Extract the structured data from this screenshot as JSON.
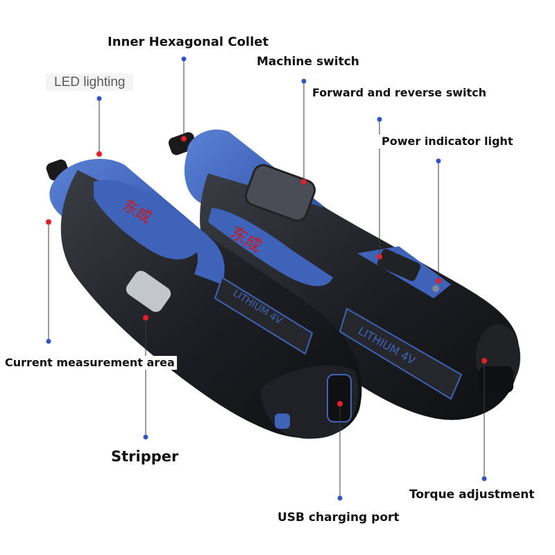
{
  "labels": {
    "inner_hexagonal_collet": "Inner Hexagonal Collet",
    "led_lighting": "LED lighting",
    "machine_switch": "Machine switch",
    "forward_reverse_switch": "Forward and reverse switch",
    "power_indicator_light": "Power indicator light",
    "current_measurement_area": "Current measurement area",
    "stripper": "Stripper",
    "usb_charging_port": "USB charging port",
    "torque_adjustment": "Torque adjustment"
  },
  "product": {
    "brand_characters": "东成",
    "battery_marking": "LITHIUM 4V"
  },
  "colors": {
    "body_blue": "#3f63b8",
    "body_black": "#1d1f24",
    "leader_dot": "#2e55c7",
    "marker_red": "#e0202a",
    "brand_red": "#d01818"
  }
}
